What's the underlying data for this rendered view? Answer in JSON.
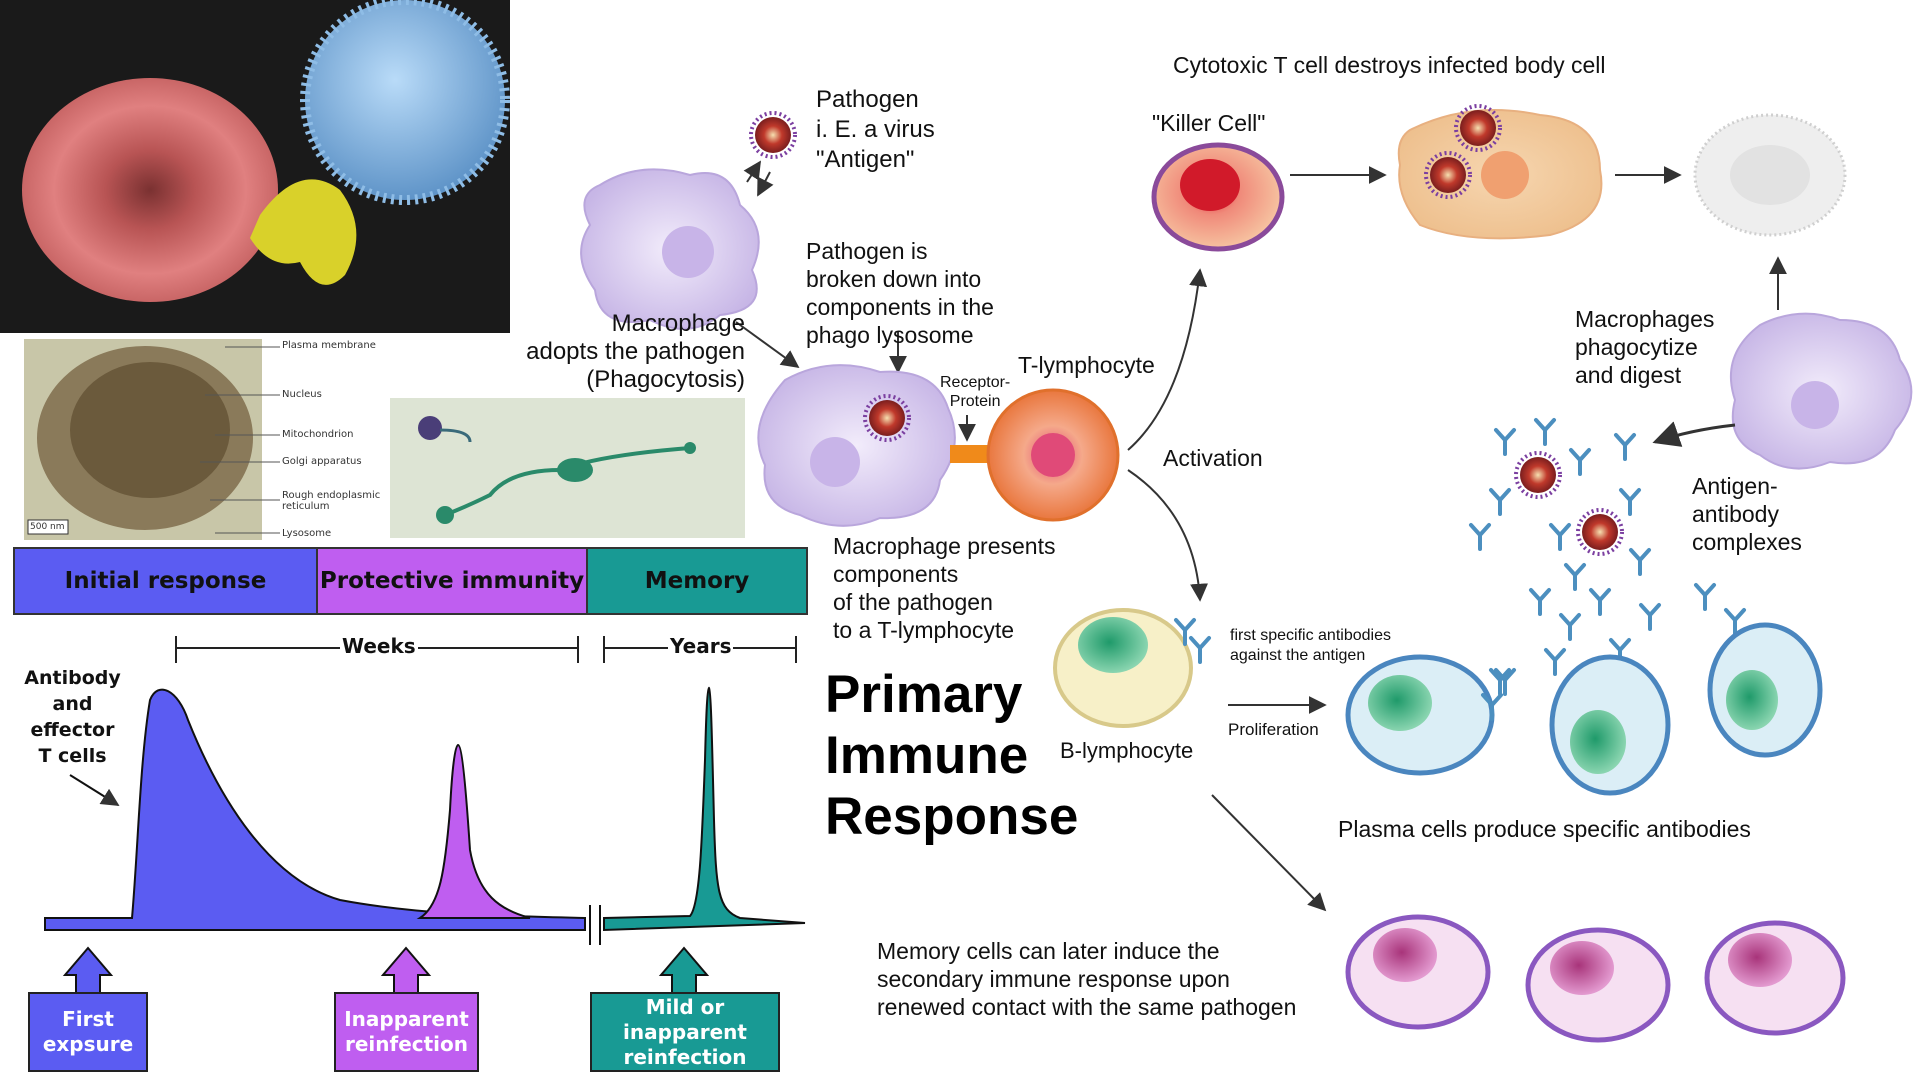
{
  "colors": {
    "initial": "#5b5cf2",
    "protective": "#bf5ef0",
    "memory": "#189a94",
    "antibody": "#4c8fbf",
    "virus": "#b32a2a"
  },
  "images": {
    "sem_caption": "",
    "em": {
      "plasma_membrane": "Plasma membrane",
      "nucleus": "Nucleus",
      "mitochondrion": "Mitochondrion",
      "golgi": "Golgi apparatus",
      "rough_er": "Rough endoplasmic\nreticulum",
      "lysosome": "Lysosome",
      "scale": "500 nm"
    }
  },
  "timeline": {
    "phases": [
      {
        "label": "Initial response"
      },
      {
        "label": "Protective immunity"
      },
      {
        "label": "Memory"
      }
    ],
    "weeks": "Weeks",
    "years": "Years",
    "y_label": "Antibody\nand\neffector\nT cells",
    "events": [
      {
        "label": "First\nexpsure"
      },
      {
        "label": "Inapparent\nreinfection"
      },
      {
        "label": "Mild or inapparent\nreinfection"
      }
    ]
  },
  "diagram": {
    "title": "Primary\nImmune\nResponse",
    "pathogen": "Pathogen\ni. E. a virus\n\"Antigen\"",
    "macrophage_adopts": "Macrophage\nadopts the pathogen\n(Phagocytosis)",
    "broken_down": "Pathogen is\nbroken down into\ncomponents in the\nphago lysosome",
    "receptor": "Receptor-\nProtein",
    "t_lymphocyte": "T-lymphocyte",
    "presents": "Macrophage presents\ncomponents\nof the pathogen\nto a T-lymphocyte",
    "activation": "Activation",
    "cytotoxic": "Cytotoxic T cell destroys infected body cell",
    "killer_cell": "\"Killer Cell\"",
    "macrophages_digest": "Macrophages\nphagocytize\nand digest",
    "complexes": "Antigen-\nantibody\ncomplexes",
    "first_antibodies": "first specific antibodies\nagainst the antigen",
    "proliferation": "Proliferation",
    "b_lymphocyte": "B-lymphocyte",
    "plasma_cells": "Plasma cells produce specific antibodies",
    "memory_cells": "Memory cells can later induce the\nsecondary immune response upon\nrenewed contact with the same pathogen"
  }
}
